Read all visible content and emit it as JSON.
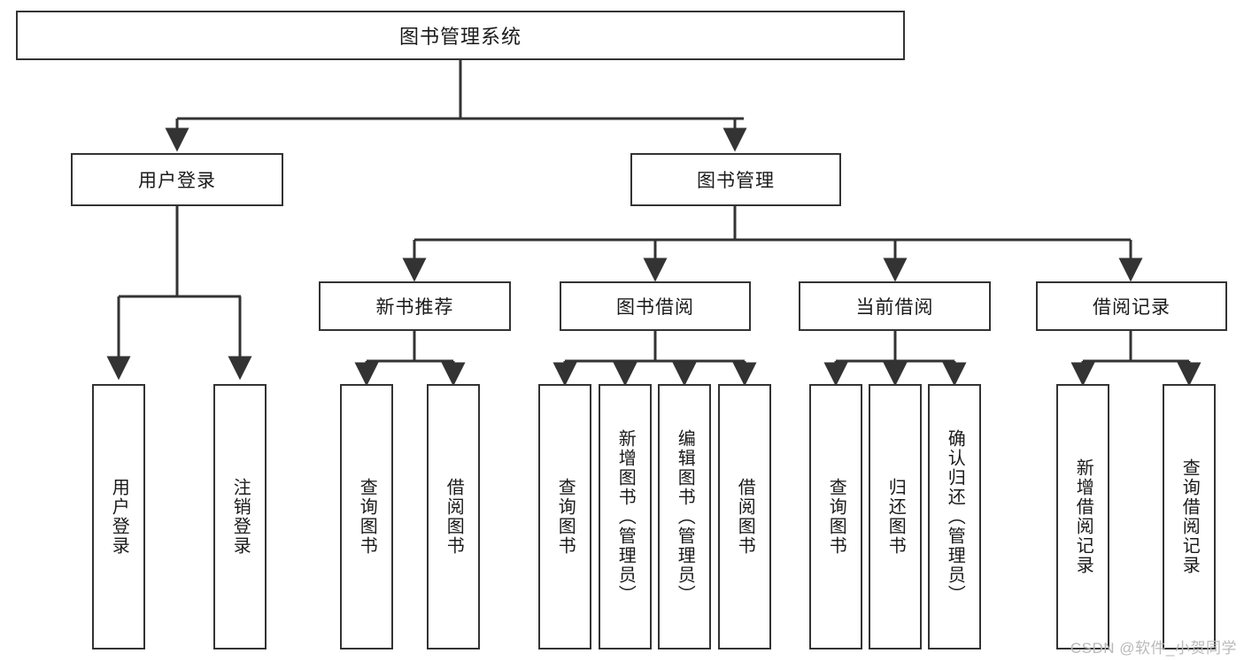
{
  "diagram": {
    "title": "图书管理系统",
    "type": "tree",
    "watermark": "CSDN @软件_小贺同学",
    "colors": {
      "stroke": "#333333",
      "fill": "#ffffff",
      "text": "#1a1a1a",
      "watermark": "#b9b9b9"
    },
    "nodes": {
      "root": {
        "label": "图书管理系统"
      },
      "level2": [
        {
          "label": "用户登录"
        },
        {
          "label": "图书管理"
        }
      ],
      "level3": [
        {
          "label": "新书推荐"
        },
        {
          "label": "图书借阅"
        },
        {
          "label": "当前借阅"
        },
        {
          "label": "借阅记录"
        }
      ],
      "leaves_user_login": [
        {
          "label": "用户登录"
        },
        {
          "label": "注销登录"
        }
      ],
      "leaves_new_book": [
        {
          "label": "查询图书"
        },
        {
          "label": "借阅图书"
        }
      ],
      "leaves_borrow": [
        {
          "label": "查询图书"
        },
        {
          "label": "新增图书（管理员）"
        },
        {
          "label": "编辑图书（管理员）"
        },
        {
          "label": "借阅图书"
        }
      ],
      "leaves_current": [
        {
          "label": "查询图书"
        },
        {
          "label": "归还图书"
        },
        {
          "label": "确认归还（管理员）"
        }
      ],
      "leaves_records": [
        {
          "label": "新增借阅记录"
        },
        {
          "label": "查询借阅记录"
        }
      ]
    }
  }
}
